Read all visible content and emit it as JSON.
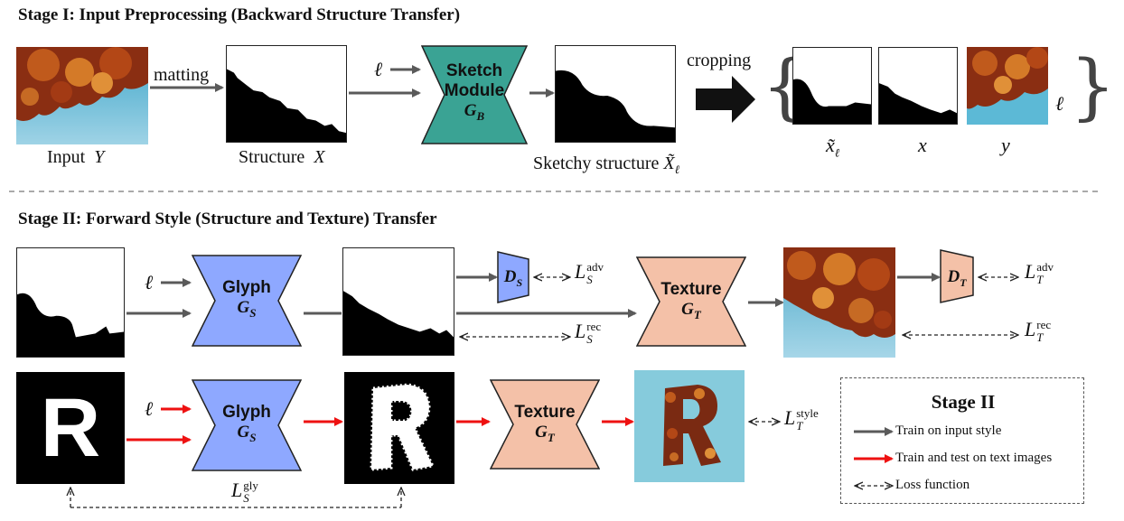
{
  "stage1": {
    "title": "Stage I: Input Preprocessing (Backward Structure Transfer)",
    "input_caption": "Input",
    "input_var": "Y",
    "matting_label": "matting",
    "structure_caption": "Structure",
    "structure_var": "X",
    "ell": "ℓ",
    "sketch_module": {
      "line1": "Sketch",
      "line2": "Module",
      "g": "G",
      "sub": "B"
    },
    "sketchy_caption": "Sketchy structure",
    "sketchy_var": "X̃",
    "sketchy_sub": "ℓ",
    "cropping_label": "cropping",
    "crop_x_tilde": "x̃",
    "crop_x_tilde_sub": "ℓ",
    "crop_x": "x",
    "crop_y": "y",
    "crop_ell": "ℓ",
    "brace_left": "{",
    "brace_right": "}"
  },
  "stage2": {
    "title": "Stage II: Forward Style (Structure and Texture) Transfer",
    "ell": "ℓ",
    "glyph": {
      "line1": "Glyph",
      "g": "G",
      "sub": "S"
    },
    "texture": {
      "line1": "Texture",
      "g": "G",
      "sub": "T"
    },
    "ds": {
      "g": "D",
      "sub": "S"
    },
    "dt": {
      "g": "D",
      "sub": "T"
    },
    "loss_L": "L",
    "loss_adv_s": {
      "sup": "adv",
      "sub": "S"
    },
    "loss_rec_s": {
      "sup": "rec",
      "sub": "S"
    },
    "loss_adv_t": {
      "sup": "adv",
      "sub": "T"
    },
    "loss_rec_t": {
      "sup": "rec",
      "sub": "T"
    },
    "loss_style_t": {
      "sup": "style",
      "sub": "T"
    },
    "loss_gly_s": {
      "sup": "gly",
      "sub": "S"
    },
    "letter": "R"
  },
  "legend": {
    "title": "Stage II",
    "items": [
      {
        "label": "Train on input style"
      },
      {
        "label": "Train and test on text images"
      },
      {
        "label": "Loss function"
      }
    ]
  },
  "colors": {
    "gray_arrow": "#5a5a5a",
    "red_arrow": "#ee1111",
    "sketch_fill": "#3aa394",
    "glyph_fill": "#8ea8ff",
    "texture_fill": "#f4c1a8",
    "disc_fill": "#8ea8ff"
  }
}
